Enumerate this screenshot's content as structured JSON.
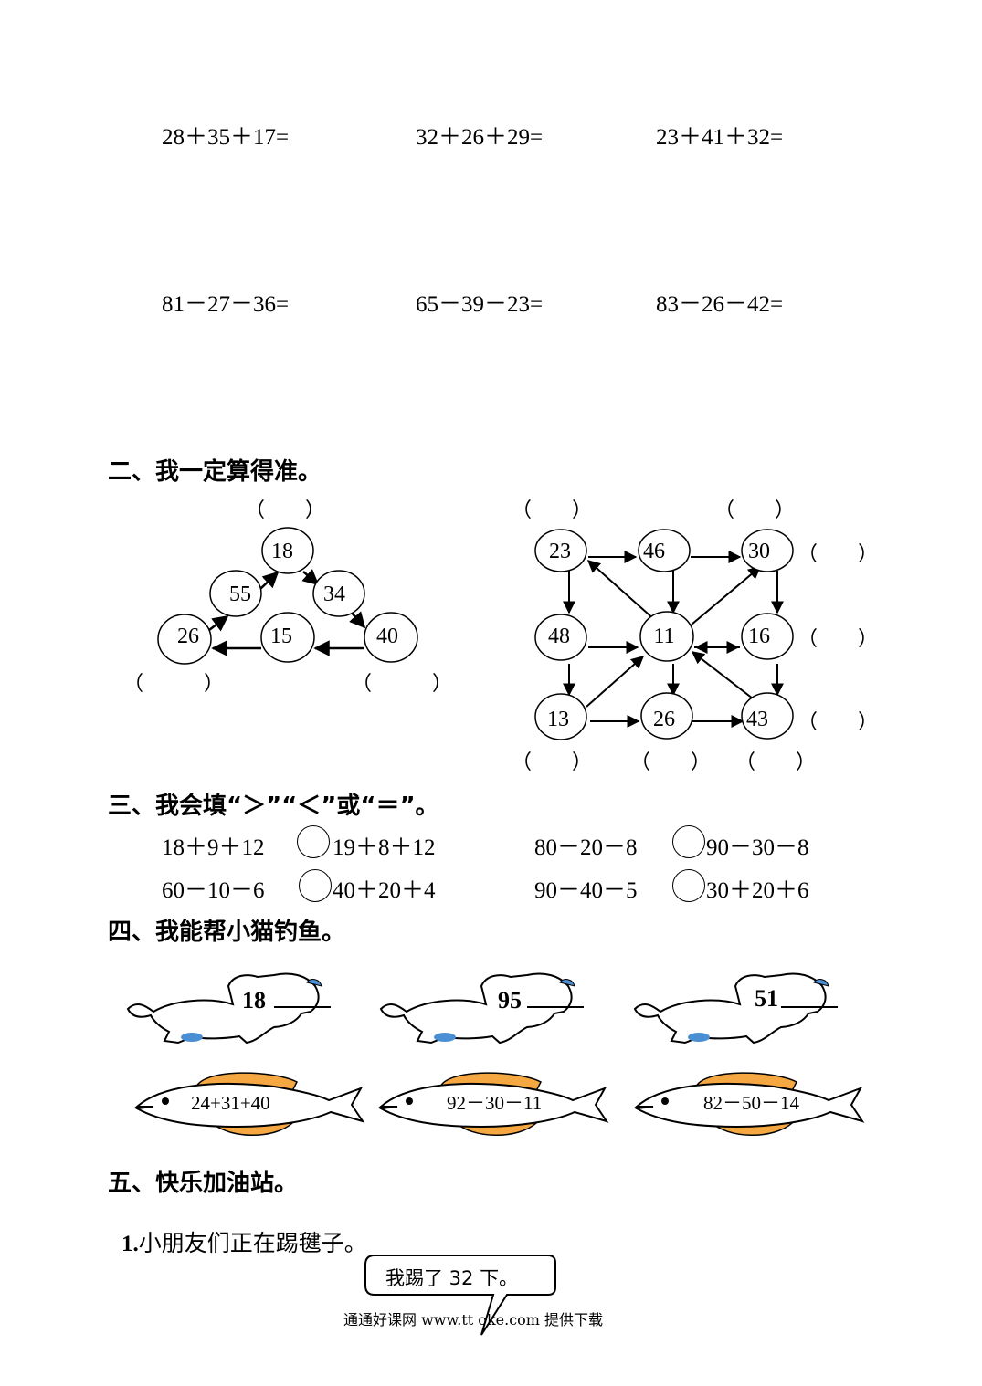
{
  "section1": {
    "row1": [
      "28＋35＋17=",
      "32＋26＋29=",
      "23＋41＋32="
    ],
    "row2": [
      "81－27－36=",
      "65－39－23=",
      "83－26－42="
    ]
  },
  "section2": {
    "heading": "二、我一定算得准。",
    "triangle": {
      "nodes": [
        "18",
        "55",
        "34",
        "26",
        "15",
        "40"
      ],
      "blanks": [
        "（　　）",
        "（　　　）",
        "（　　　）"
      ]
    },
    "grid": {
      "nodes": [
        "23",
        "46",
        "30",
        "48",
        "11",
        "16",
        "13",
        "26",
        "43"
      ],
      "blanks_top": [
        "（　　）",
        "（　　）"
      ],
      "blanks_right": [
        "（　　）",
        "（　　）",
        "（　　）"
      ],
      "blanks_bottom": [
        "（　　）",
        "（　　）",
        "（　　）"
      ]
    }
  },
  "section3": {
    "heading": "三、我会填“＞”“＜”或“＝”。",
    "items": [
      {
        "left": "18＋9＋12",
        "right": "19＋8＋12"
      },
      {
        "left": "80－20－8",
        "right": "90－30－8"
      },
      {
        "left": "60－10－6",
        "right": "40＋20＋4"
      },
      {
        "left": "90－40－5",
        "right": "30＋20＋6"
      }
    ]
  },
  "section4": {
    "heading": "四、我能帮小猫钓鱼。",
    "cats": [
      "18",
      "95",
      "51"
    ],
    "fish": [
      "24+31+40",
      "92－30－11",
      "82－50－14"
    ]
  },
  "section5": {
    "heading": "五、快乐加油站。",
    "q1_number": "1.",
    "q1_text": "小朋友们正在踢毽子。",
    "bubble": "我踢了 32 下。"
  },
  "footer": "通通好课网  www.tt    oke.com  提供下载"
}
